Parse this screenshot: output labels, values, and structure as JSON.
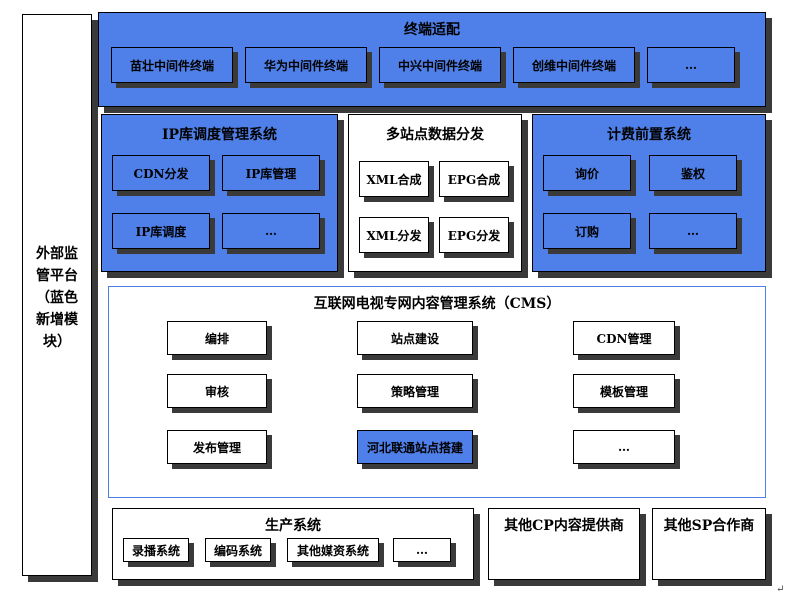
{
  "left_panel": {
    "label": "外部监\n管平台\n（蓝色\n新增模\n块）"
  },
  "terminal": {
    "title": "终端适配",
    "items": [
      "苗壮中间件终端",
      "华为中间件终端",
      "中兴中间件终端",
      "创维中间件终端",
      "…"
    ]
  },
  "ip_system": {
    "title": "IP库调度管理系统",
    "items": [
      "CDN分发",
      "IP库管理",
      "IP库调度",
      "…"
    ]
  },
  "multisite": {
    "title": "多站点数据分发",
    "items": [
      "XML合成",
      "EPG合成",
      "XML分发",
      "EPG分发"
    ]
  },
  "billing": {
    "title": "计费前置系统",
    "items": [
      "询价",
      "鉴权",
      "订购",
      "…"
    ]
  },
  "cms": {
    "title": "互联网电视专网内容管理系统（CMS）",
    "items": [
      "编排",
      "站点建设",
      "CDN管理",
      "审核",
      "策略管理",
      "模板管理",
      "发布管理",
      "河北联通站点搭建",
      "…"
    ]
  },
  "production": {
    "title": "生产系统",
    "items": [
      "录播系统",
      "编码系统",
      "其他媒资系统",
      "…"
    ]
  },
  "other_cp": {
    "label": "其他CP内容提供商"
  },
  "other_sp": {
    "label": "其他SP合作商"
  },
  "colors": {
    "blue": "#4f7fe8",
    "shadow": "#3a3a3a"
  }
}
